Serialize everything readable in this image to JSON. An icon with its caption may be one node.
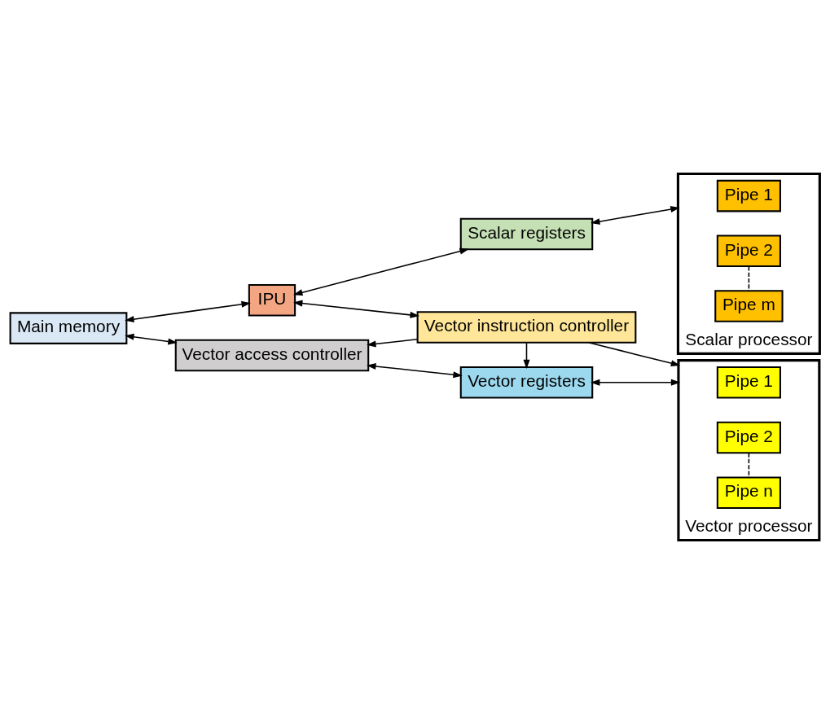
{
  "diagram": {
    "nodes": [
      {
        "text": [
          "Main memory"
        ]
      },
      {
        "text": [
          "IPU"
        ]
      },
      {
        "text": [
          "Scalar registers"
        ]
      },
      {
        "text": [
          "Scalar processor"
        ]
      },
      {
        "text": [
          "Pipe 1"
        ],
        "in": 3
      },
      {
        "text": [
          "Pipe 2"
        ],
        "in": 3
      },
      {
        "text": [
          "Pipe m"
        ],
        "in": 3
      },
      {
        "text": [
          "Vector instruction controller"
        ]
      },
      {
        "text": [
          "Vector access controller"
        ]
      },
      {
        "text": [
          "Vector registers"
        ]
      },
      {
        "text": [
          "Vector processor"
        ]
      },
      {
        "text": [
          "Pipe 1"
        ],
        "in": 10
      },
      {
        "text": [
          "Pipe 2"
        ],
        "in": 10
      },
      {
        "text": [
          "Pipe n"
        ],
        "in": 10
      }
    ],
    "edges": [
      {
        "from": 0,
        "to": 1,
        "arrow": "both"
      },
      {
        "from": 1,
        "to": 2,
        "arrow": "both"
      },
      {
        "from": 2,
        "to": 3,
        "arrow": "both"
      },
      {
        "from": 1,
        "to": 7,
        "arrow": "both"
      },
      {
        "from": 7,
        "to": 10,
        "arrow": "to"
      },
      {
        "from": 7,
        "to": 8,
        "arrow": "to"
      },
      {
        "from": 7,
        "to": 9,
        "arrow": "to"
      },
      {
        "from": 0,
        "to": 8,
        "arrow": "both"
      },
      {
        "from": 8,
        "to": 9,
        "arrow": "both"
      },
      {
        "from": 9,
        "to": 10,
        "arrow": "both"
      },
      {
        "from": 5,
        "to": 6,
        "arrow": "none",
        "style": "dashed"
      },
      {
        "from": 12,
        "to": 13,
        "arrow": "none",
        "style": "dashed"
      }
    ]
  }
}
